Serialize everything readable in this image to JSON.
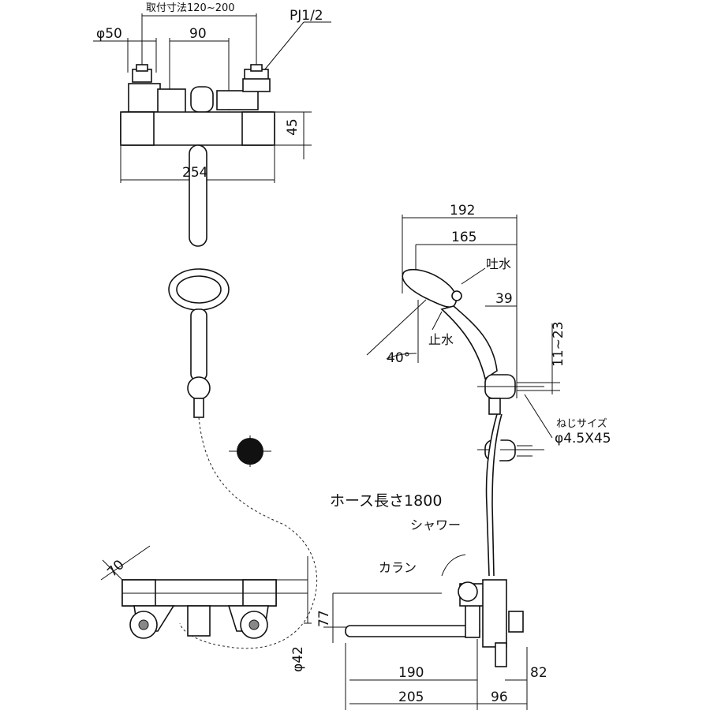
{
  "labels": {
    "mount_range": "取付寸法120~200",
    "thread": "PJ1/2",
    "phi50": "φ50",
    "d90": "90",
    "d45": "45",
    "d254": "254",
    "d192": "192",
    "d165": "165",
    "spout_water": "吐水",
    "d39": "39",
    "angle40": "40°",
    "stop_water": "止水",
    "d11_23": "11~23",
    "screw_size": "ねじサイズ",
    "screw_dim": "φ4.5X45",
    "hose_length": "ホース長さ1800",
    "shower": "シャワー",
    "spout": "カラン",
    "d70": "70",
    "d77": "77",
    "phi42": "φ42",
    "d190": "190",
    "d82": "82",
    "d205": "205",
    "d96": "96"
  }
}
